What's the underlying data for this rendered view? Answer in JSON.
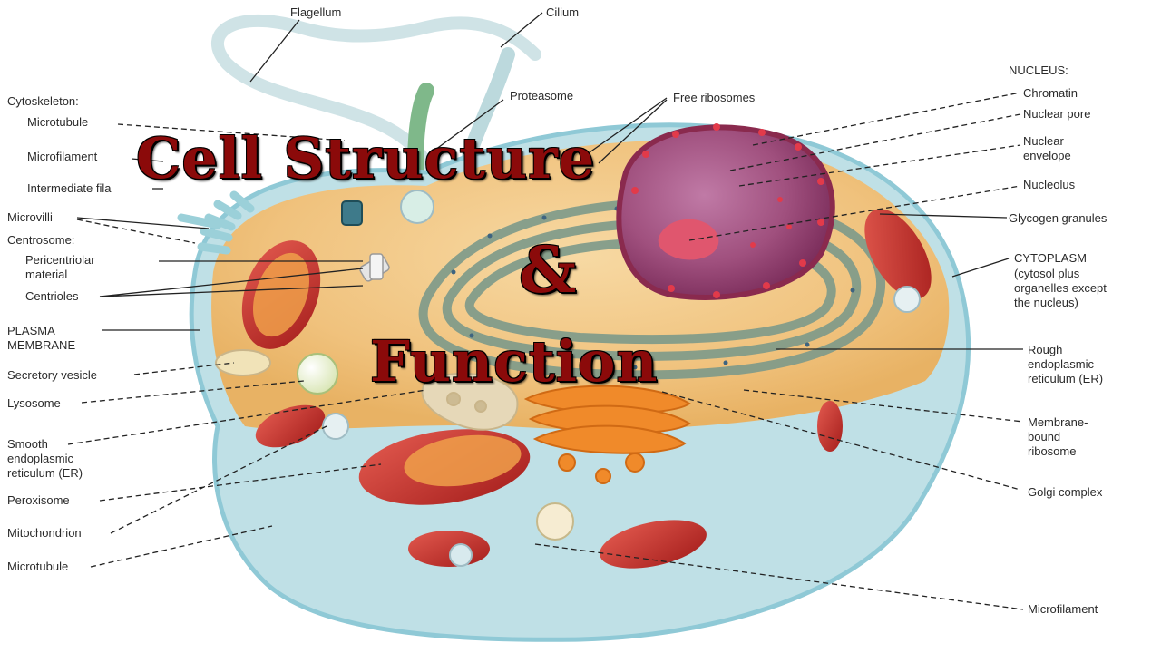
{
  "title": {
    "line1": "Cell  Structure",
    "line2": "&",
    "line3": "Function"
  },
  "labels": {
    "flagellum": "Flagellum",
    "cilium": "Cilium",
    "proteasome": "Proteasome",
    "free_ribosomes": "Free ribosomes",
    "nucleus_header": "NUCLEUS:",
    "chromatin": "Chromatin",
    "nuclear_pore": "Nuclear pore",
    "nuclear_envelope": "Nuclear\nenvelope",
    "nucleolus": "Nucleolus",
    "glycogen": "Glycogen granules",
    "cytoplasm": "CYTOPLASM",
    "cytoplasm_note": "(cytosol plus\norganelles except\nthe nucleus)",
    "rough_er": "Rough\nendoplasmic\nreticulum (ER)",
    "membrane_ribosome": "Membrane-\nbound\nribosome",
    "golgi": "Golgi complex",
    "microfilament_right": "Microfilament",
    "cytoskeleton": "Cytoskeleton:",
    "microtubule_top": "Microtubule",
    "microfilament_left": "Microfilament",
    "intermediate": "Intermediate fila",
    "microvilli": "Microvilli",
    "centrosome": "Centrosome:",
    "pericentriolar": "Pericentriolar\nmaterial",
    "centrioles": "Centrioles",
    "plasma_membrane": "PLASMA\nMEMBRANE",
    "secretory_vesicle": "Secretory vesicle",
    "lysosome": "Lysosome",
    "smooth_er": "Smooth\nendoplasmic\nreticulum (ER)",
    "peroxisome": "Peroxisome",
    "mitochondrion": "Mitochondrion",
    "microtubule_bottom": "Microtubule"
  },
  "colors": {
    "title": "#8b0a0a",
    "membrane": "#8fc9d6",
    "cytoplasm": "#f3c98a",
    "nucleus": "#a0507e",
    "mitochondria": "#c9302c",
    "golgi": "#f08a2a",
    "rough_er": "#7d9a8a"
  }
}
